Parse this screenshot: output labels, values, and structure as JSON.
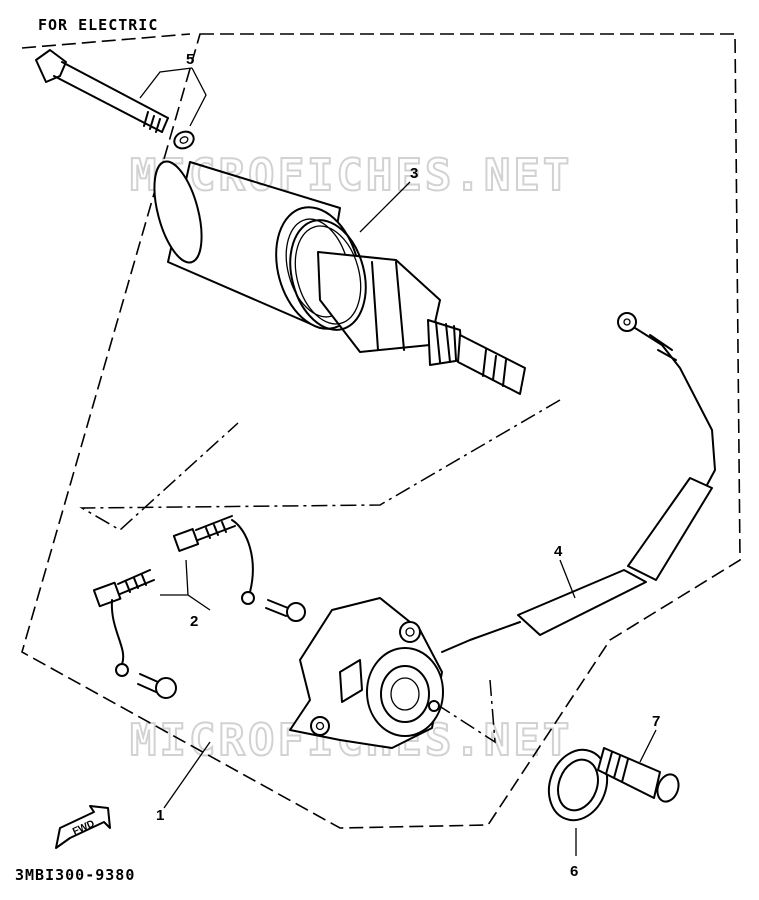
{
  "header": {
    "title": "FOR  ELECTRIC"
  },
  "footer": {
    "part_number": "3MBI300-9380"
  },
  "watermark": {
    "text": "MICROFICHES.NET"
  },
  "fwd_marker": {
    "text": "FWD"
  },
  "callouts": [
    "1",
    "2",
    "3",
    "4",
    "5",
    "6",
    "7"
  ],
  "colors": {
    "ink": "#000000",
    "paper": "#ffffff",
    "watermark": "#d2d2d2"
  }
}
